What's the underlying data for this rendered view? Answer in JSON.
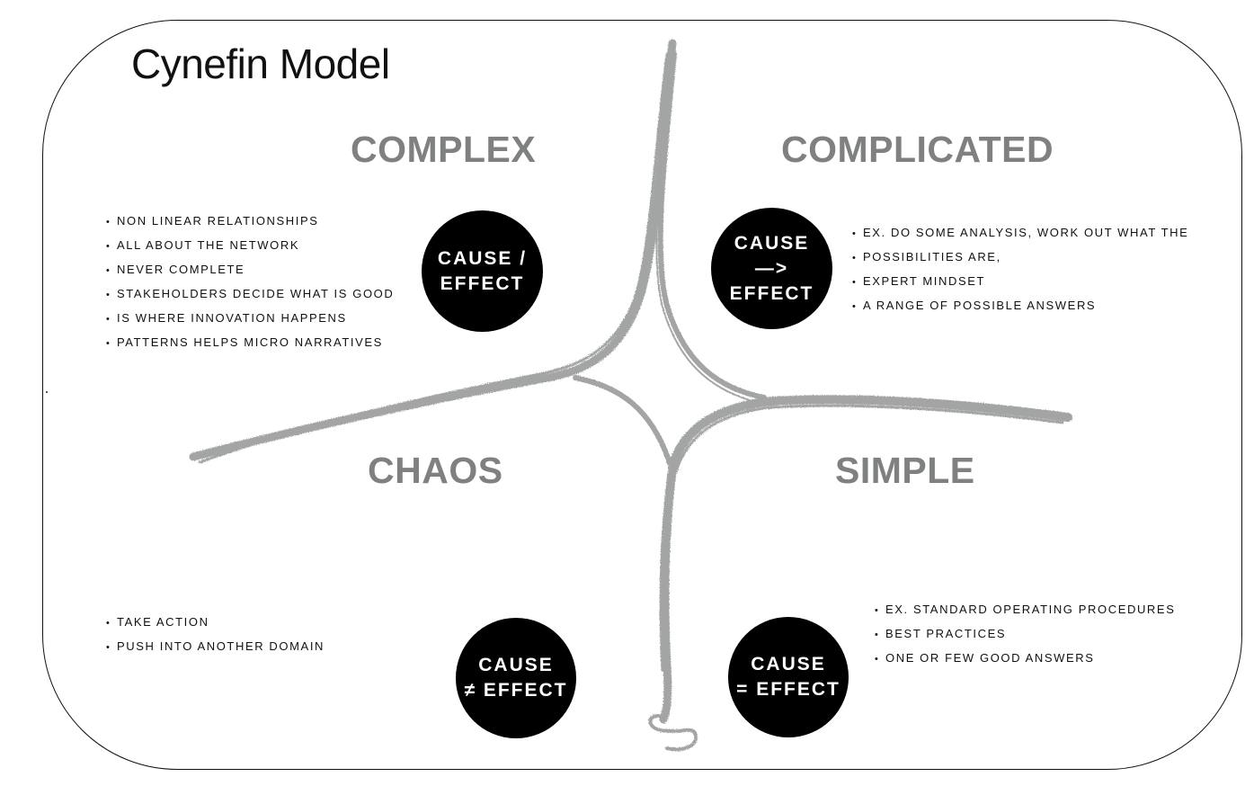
{
  "title": "Cynefin Model",
  "colors": {
    "domain_label": "#7f8180",
    "stroke": "#a3a5a4",
    "badge_bg": "#000000",
    "badge_text": "#ffffff"
  },
  "domains": {
    "complex": {
      "label": "COMPLEX",
      "badge": [
        "CAUSE /",
        "EFFECT"
      ],
      "items": [
        "NON LINEAR RELATIONSHIPS",
        "ALL ABOUT THE NETWORK",
        "NEVER COMPLETE",
        "STAKEHOLDERS DECIDE WHAT IS GOOD",
        "IS WHERE INNOVATION HAPPENS",
        "PATTERNS HELPS MICRO NARRATIVES"
      ]
    },
    "complicated": {
      "label": "COMPLICATED",
      "badge": [
        "CAUSE",
        "—>",
        "EFFECT"
      ],
      "items": [
        "EX. DO SOME ANALYSIS, WORK OUT WHAT THE",
        "POSSIBILITIES ARE,",
        "EXPERT MINDSET",
        "A RANGE OF POSSIBLE ANSWERS"
      ]
    },
    "chaos": {
      "label": "CHAOS",
      "badge": [
        "CAUSE",
        "≠ EFFECT"
      ],
      "items": [
        "TAKE ACTION",
        "PUSH INTO ANOTHER DOMAIN"
      ]
    },
    "simple": {
      "label": "SIMPLE",
      "badge": [
        "CAUSE",
        "= EFFECT"
      ],
      "items": [
        "EX. STANDARD OPERATING PROCEDURES",
        "BEST PRACTICES",
        "ONE OR FEW GOOD ANSWERS"
      ]
    }
  }
}
